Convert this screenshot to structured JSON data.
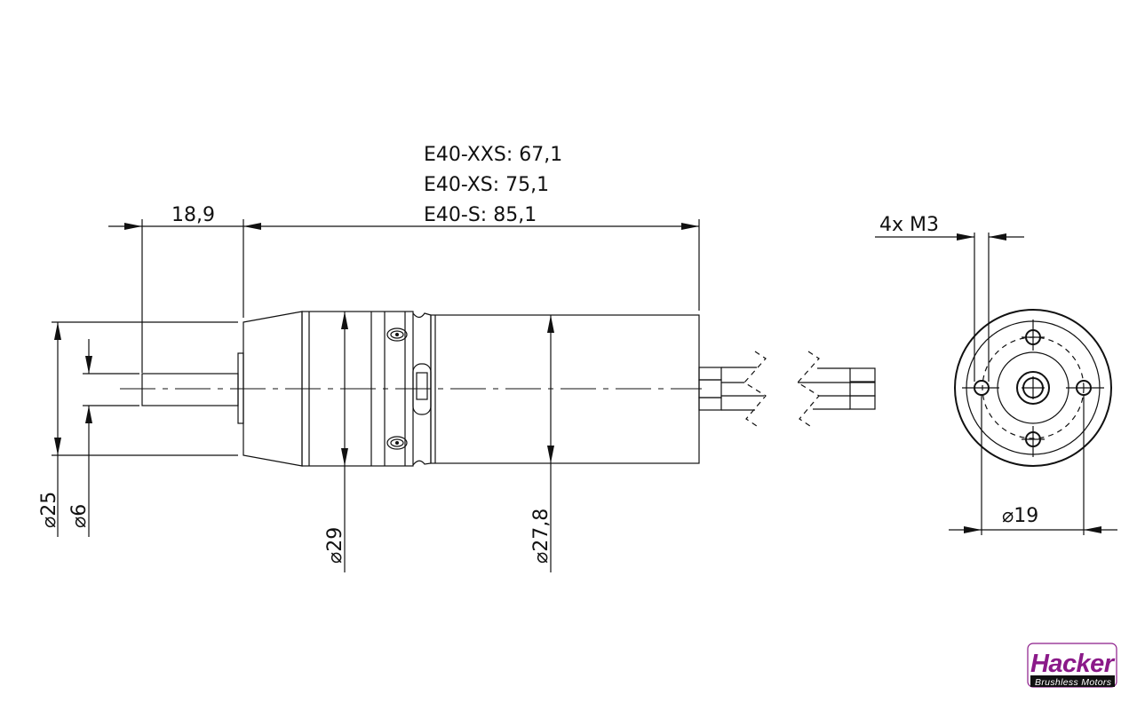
{
  "dimensions": {
    "length_variants": [
      "E40-XXS: 67,1",
      "E40-XS: 75,1",
      "E40-S: 85,1"
    ],
    "shaft_length": "18,9",
    "dia_flange": "⌀25",
    "dia_shaft": "⌀6",
    "dia_gearbox": "⌀29",
    "dia_motor": "⌀27,8",
    "mount_threads": "4x M3",
    "dia_bolt_circle": "⌀19"
  },
  "logo": {
    "brand": "Hacker",
    "tagline": "Brushless Motors",
    "brand_color": "#8b1a89",
    "tagline_bg": "#111111"
  }
}
